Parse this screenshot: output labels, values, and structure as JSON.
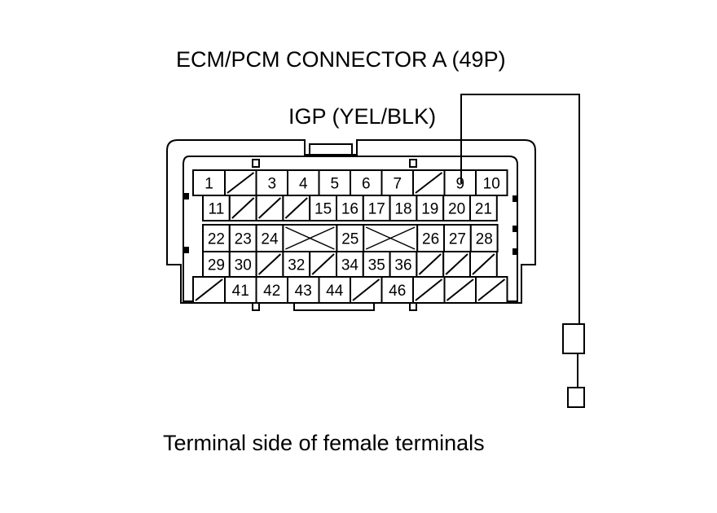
{
  "title": "ECM/PCM CONNECTOR A (49P)",
  "wire_label": "IGP (YEL/BLK)",
  "caption": "Terminal side of female terminals",
  "probed_terminal": "9",
  "rows": [
    {
      "cells": [
        {
          "t": "1"
        },
        {
          "e": "slash"
        },
        {
          "t": "3"
        },
        {
          "t": "4"
        },
        {
          "t": "5"
        },
        {
          "t": "6"
        },
        {
          "t": "7"
        },
        {
          "e": "slash"
        },
        {
          "t": "9"
        },
        {
          "t": "10"
        }
      ]
    },
    {
      "cells": [
        {
          "t": "11"
        },
        {
          "e": "slash"
        },
        {
          "e": "slash"
        },
        {
          "e": "slash"
        },
        {
          "t": "15"
        },
        {
          "t": "16"
        },
        {
          "t": "17"
        },
        {
          "t": "18"
        },
        {
          "t": "19"
        },
        {
          "t": "20"
        },
        {
          "t": "21"
        }
      ]
    },
    {
      "cells": [
        {
          "t": "22"
        },
        {
          "t": "23"
        },
        {
          "t": "24"
        },
        {
          "e": "cross"
        },
        {
          "t": "25"
        },
        {
          "e": "cross"
        },
        {
          "t": "26"
        },
        {
          "t": "27"
        },
        {
          "t": "28"
        }
      ]
    },
    {
      "cells": [
        {
          "t": "29"
        },
        {
          "t": "30"
        },
        {
          "e": "slash"
        },
        {
          "t": "32"
        },
        {
          "e": "slash"
        },
        {
          "t": "34"
        },
        {
          "t": "35"
        },
        {
          "t": "36"
        },
        {
          "e": "slash"
        },
        {
          "e": "slash"
        },
        {
          "e": "slash"
        }
      ]
    },
    {
      "cells": [
        {
          "e": "slash"
        },
        {
          "t": "41"
        },
        {
          "t": "42"
        },
        {
          "t": "43"
        },
        {
          "t": "44"
        },
        {
          "e": "slash"
        },
        {
          "t": "46"
        },
        {
          "e": "slash"
        },
        {
          "e": "slash"
        },
        {
          "e": "slash"
        }
      ]
    }
  ]
}
